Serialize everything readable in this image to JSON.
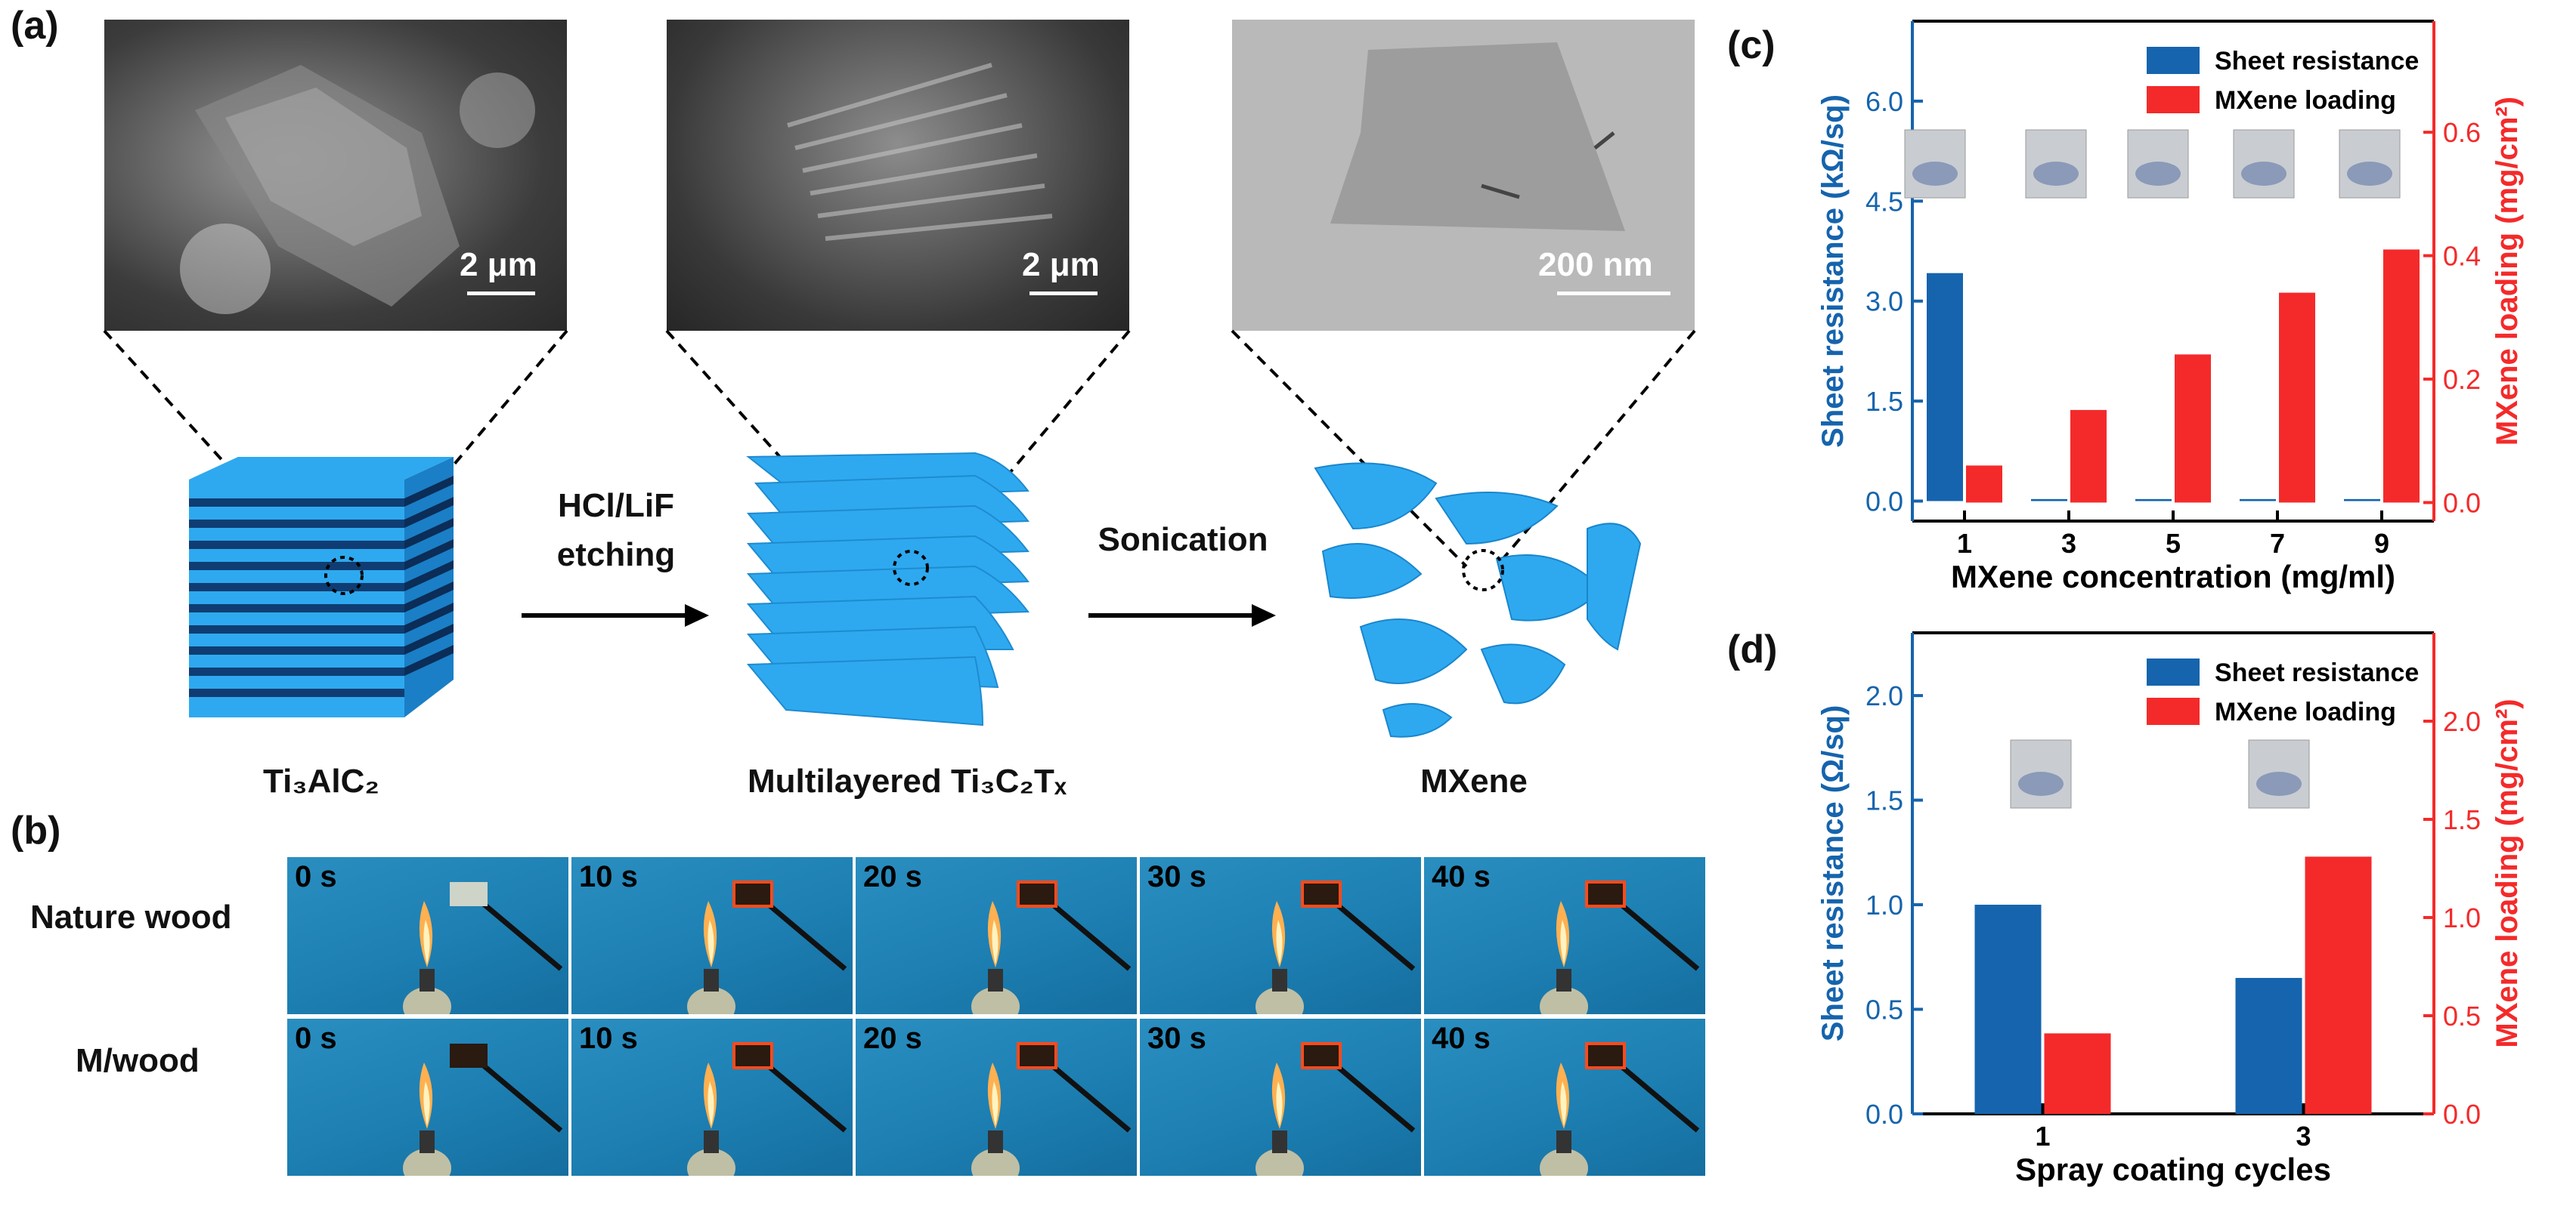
{
  "panels": {
    "a": {
      "letter": "(a)",
      "images": [
        {
          "scale": "2 μm"
        },
        {
          "scale": "2 μm"
        },
        {
          "scale": "200 nm"
        }
      ],
      "labels": {
        "material1": "Ti₃AlC₂",
        "material2": "Multilayered Ti₃C₂Tₓ",
        "material3": "MXene",
        "step1_line1": "HCl/LiF",
        "step1_line2": "etching",
        "step2": "Sonication"
      },
      "colors": {
        "light": "#2ea9ef",
        "dark": "#0f3d73",
        "arrow": "#000000"
      }
    },
    "b": {
      "letter": "(b)",
      "rows": [
        {
          "label": "Nature wood",
          "times": [
            "0 s",
            "10 s",
            "20 s",
            "30 s",
            "40 s"
          ]
        },
        {
          "label": "M/wood",
          "times": [
            "0 s",
            "10 s",
            "20 s",
            "30 s",
            "40 s"
          ]
        }
      ]
    },
    "c": {
      "letter": "(c)"
    },
    "d": {
      "letter": "(d)"
    }
  },
  "chart_data": [
    {
      "type": "bar",
      "categories": [
        "1",
        "3",
        "5",
        "7",
        "9"
      ],
      "xlabel": "MXene concentration (mg/ml)",
      "ylabel_left": "Sheet resistance (kΩ/sq)",
      "ylabel_right": "MXene loading (mg/cm²)",
      "ylim_left": [
        -0.3,
        7.2
      ],
      "ylim_right": [
        -0.03,
        0.78
      ],
      "yticks_left": [
        "0.0",
        "1.5",
        "3.0",
        "4.5",
        "6.0"
      ],
      "yticks_right": [
        "0.0",
        "0.2",
        "0.4",
        "0.6"
      ],
      "series": [
        {
          "name": "Sheet resistance",
          "axis": "left",
          "color": "#1564ad",
          "values": [
            3.42,
            0.03,
            0.03,
            0.03,
            0.03
          ]
        },
        {
          "name": "MXene loading",
          "axis": "right",
          "color": "#f42a2a",
          "values": [
            0.06,
            0.15,
            0.24,
            0.34,
            0.41
          ]
        }
      ],
      "legend": "top-right",
      "grid": false
    },
    {
      "type": "bar",
      "categories": [
        "1",
        "3"
      ],
      "xlabel": "Spray coating cycles",
      "ylabel_left": "Sheet resistance (Ω/sq)",
      "ylabel_right": "MXene loading (mg/cm²)",
      "ylim_left": [
        0.0,
        2.3
      ],
      "ylim_right": [
        0.0,
        2.45
      ],
      "yticks_left": [
        "0.0",
        "0.5",
        "1.0",
        "1.5",
        "2.0"
      ],
      "yticks_right": [
        "0.0",
        "0.5",
        "1.0",
        "1.5",
        "2.0"
      ],
      "series": [
        {
          "name": "Sheet resistance",
          "axis": "left",
          "color": "#1564ad",
          "values": [
            1.0,
            0.65
          ]
        },
        {
          "name": "MXene loading",
          "axis": "right",
          "color": "#f42a2a",
          "values": [
            0.41,
            1.31
          ]
        }
      ],
      "legend": "top-right",
      "grid": false
    }
  ]
}
